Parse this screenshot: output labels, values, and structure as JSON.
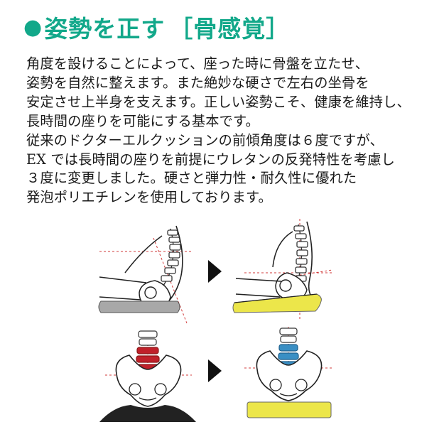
{
  "heading": {
    "bullet": "●",
    "title": "姿勢を正す",
    "bracket_open": "［",
    "subtitle": "骨感覚",
    "bracket_close": "］",
    "color": "#12a88a"
  },
  "body_lines": [
    "角度を設けることによって、座った時に骨盤を立たせ、",
    "姿勢を自然に整えます。また絶妙な硬さで左右の坐骨を",
    "安定させ上半身を支えます。正しい姿勢こそ、健康を維持し、",
    "長時間の座りを可能にする基本です。",
    "従来のドクターエルクッションの前傾角度は６度ですが、",
    "EX では長時間の座りを前提にウレタンの反発特性を考慮し",
    "３度に変更しました。硬さと弾力性・耐久性に優れた",
    "発泡ポリエチレンを使用しております。"
  ],
  "colors": {
    "accent_red": "#c0202a",
    "accent_blue": "#3a8fc4",
    "cushion_yellow": "#ece64a",
    "cushion_gray": "#a8a8a8",
    "cushion_black": "#222222",
    "guide_red": "#d23a3a"
  },
  "figures": {
    "top_left": {
      "cushion": "gray-flat-cushion",
      "spine": "slouched-spine"
    },
    "top_right": {
      "cushion": "yellow-wedge-cushion",
      "spine": "upright-spine"
    },
    "bottom_left": {
      "cushion": "black-cushion",
      "vertebra_highlight": "red"
    },
    "bottom_right": {
      "cushion": "yellow-cushion",
      "vertebra_highlight": "blue"
    },
    "arrow_icon": "triangle-right-icon"
  }
}
